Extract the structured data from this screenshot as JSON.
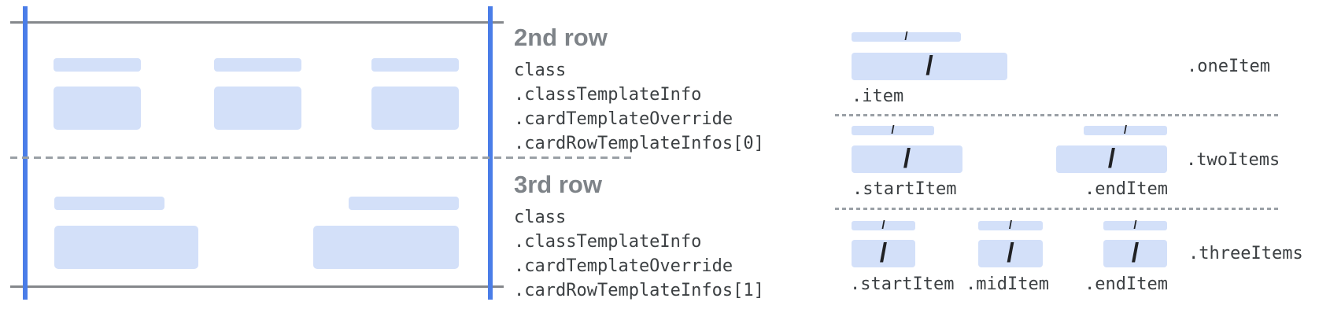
{
  "slash": "/",
  "colors": {
    "placeholder_blue": "#d3e0f9",
    "guide_blue": "#4a7de8",
    "frame_gray": "#85888c",
    "dash_gray": "#9aa0a6",
    "heading_gray": "#7e8388",
    "code_text": "#3c4043",
    "slash_black": "#202124"
  },
  "middle": {
    "sections": [
      {
        "heading": "2nd row",
        "code_lines": [
          "class",
          ".classTemplateInfo",
          ".cardTemplateOverride",
          ".cardRowTemplateInfos[0]"
        ]
      },
      {
        "heading": "3rd row",
        "code_lines": [
          "class",
          ".classTemplateInfo",
          ".cardTemplateOverride",
          ".cardRowTemplateInfos[1]"
        ]
      }
    ]
  },
  "right": {
    "sections": [
      {
        "label": ".oneItem",
        "item_labels": [
          ".item"
        ]
      },
      {
        "label": ".twoItems",
        "item_labels": [
          ".startItem",
          ".endItem"
        ]
      },
      {
        "label": ".threeItems",
        "item_labels": [
          ".startItem",
          ".midItem",
          ".endItem"
        ]
      }
    ]
  }
}
